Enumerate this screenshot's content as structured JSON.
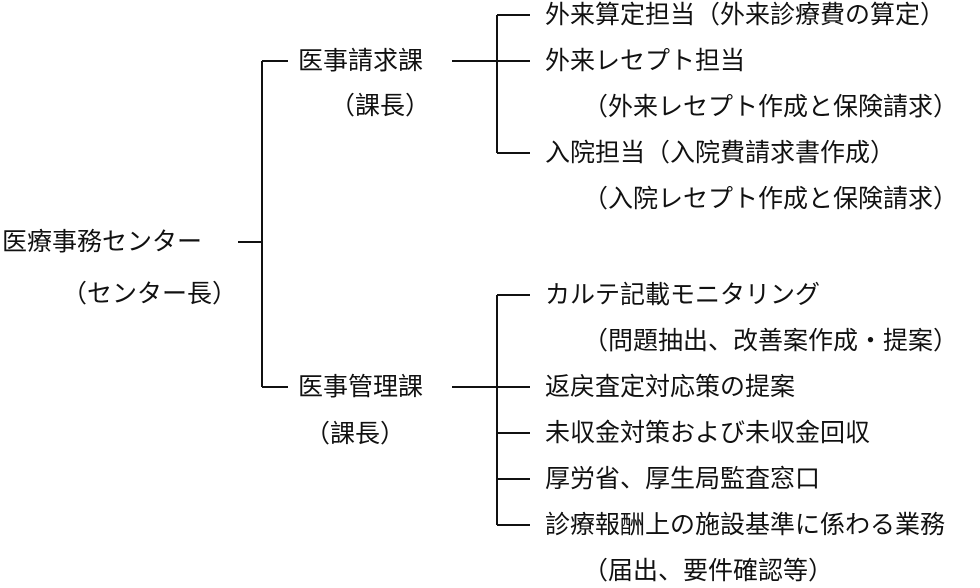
{
  "root": {
    "title": "医療事務センター",
    "head": "（センター長）"
  },
  "departments": [
    {
      "title": "医事請求課",
      "head": "（課長）",
      "duties": [
        {
          "label": "外来算定担当（外来診療費の算定）",
          "detail": ""
        },
        {
          "label": "外来レセプト担当",
          "detail": "（外来レセプト作成と保険請求）"
        },
        {
          "label": "入院担当（入院費請求書作成）",
          "detail": "（入院レセプト作成と保険請求）"
        }
      ]
    },
    {
      "title": "医事管理課",
      "head": "（課長）",
      "duties": [
        {
          "label": "カルテ記載モニタリング",
          "detail": "（問題抽出、改善案作成・提案）"
        },
        {
          "label": "返戻査定対応策の提案",
          "detail": ""
        },
        {
          "label": "未収金対策および未収金回収",
          "detail": ""
        },
        {
          "label": "厚労省、厚生局監査窓口",
          "detail": ""
        },
        {
          "label": "診療報酬上の施設基準に係わる業務",
          "detail": "（届出、要件確認等）"
        }
      ]
    }
  ],
  "colors": {
    "line": "#111111",
    "text": "#111111"
  }
}
